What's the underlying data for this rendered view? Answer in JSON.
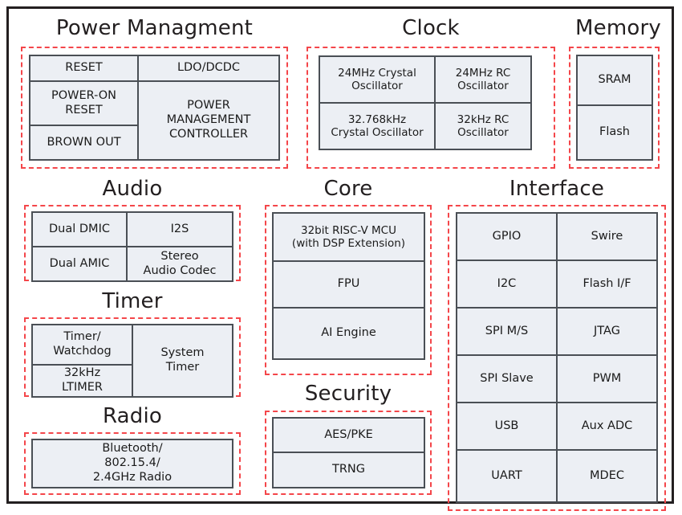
{
  "diagram": {
    "kind": "soc-block-diagram",
    "colors": {
      "block_fill": "#eceff4",
      "block_border": "#4a4f55",
      "group_border": "#f4464a",
      "chip_border": "#231f20",
      "text": "#1b1b1b",
      "background": "#ffffff"
    },
    "groups": [
      {
        "id": "power-management",
        "title": "Power Managment",
        "blocks": [
          {
            "id": "reset",
            "label": "RESET"
          },
          {
            "id": "ldo-dcdc",
            "label": "LDO/DCDC"
          },
          {
            "id": "power-on-reset",
            "label": "POWER-ON\nRESET"
          },
          {
            "id": "power-management-controller",
            "label": "POWER\nMANAGEMENT\nCONTROLLER"
          },
          {
            "id": "brown-out",
            "label": "BROWN OUT"
          }
        ]
      },
      {
        "id": "clock",
        "title": "Clock",
        "blocks": [
          {
            "id": "xtal-24mhz",
            "label": "24MHz Crystal\nOscillator"
          },
          {
            "id": "rc-24mhz",
            "label": "24MHz RC\nOscillator"
          },
          {
            "id": "xtal-32768khz",
            "label": "32.768kHz\nCrystal Oscillator"
          },
          {
            "id": "rc-32khz",
            "label": "32kHz RC\nOscillator"
          }
        ]
      },
      {
        "id": "memory",
        "title": "Memory",
        "blocks": [
          {
            "id": "sram",
            "label": "SRAM"
          },
          {
            "id": "flash",
            "label": "Flash"
          }
        ]
      },
      {
        "id": "audio",
        "title": "Audio",
        "blocks": [
          {
            "id": "dual-dmic",
            "label": "Dual DMIC"
          },
          {
            "id": "i2s",
            "label": "I2S"
          },
          {
            "id": "dual-amic",
            "label": "Dual AMIC"
          },
          {
            "id": "stereo-audio-codec",
            "label": "Stereo\nAudio Codec"
          }
        ]
      },
      {
        "id": "core",
        "title": "Core",
        "blocks": [
          {
            "id": "riscv-mcu",
            "label": "32bit RISC-V MCU\n(with DSP Extension)"
          },
          {
            "id": "fpu",
            "label": "FPU"
          },
          {
            "id": "ai-engine",
            "label": "AI Engine"
          }
        ]
      },
      {
        "id": "interface",
        "title": "Interface",
        "blocks": [
          {
            "id": "gpio",
            "label": "GPIO"
          },
          {
            "id": "swire",
            "label": "Swire"
          },
          {
            "id": "i2c",
            "label": "I2C"
          },
          {
            "id": "flash-if",
            "label": "Flash I/F"
          },
          {
            "id": "spi-ms",
            "label": "SPI M/S"
          },
          {
            "id": "jtag",
            "label": "JTAG"
          },
          {
            "id": "spi-slave",
            "label": "SPI Slave"
          },
          {
            "id": "pwm",
            "label": "PWM"
          },
          {
            "id": "usb",
            "label": "USB"
          },
          {
            "id": "aux-adc",
            "label": "Aux ADC"
          },
          {
            "id": "uart",
            "label": "UART"
          },
          {
            "id": "mdec",
            "label": "MDEC"
          }
        ]
      },
      {
        "id": "timer",
        "title": "Timer",
        "blocks": [
          {
            "id": "timer-watchdog",
            "label": "Timer/\nWatchdog"
          },
          {
            "id": "system-timer",
            "label": "System\nTimer"
          },
          {
            "id": "ltimer-32khz",
            "label": "32kHz\nLTIMER"
          }
        ]
      },
      {
        "id": "security",
        "title": "Security",
        "blocks": [
          {
            "id": "aes-pke",
            "label": "AES/PKE"
          },
          {
            "id": "trng",
            "label": "TRNG"
          }
        ]
      },
      {
        "id": "radio",
        "title": "Radio",
        "blocks": [
          {
            "id": "radio-block",
            "label": "Bluetooth/\n802.15.4/\n2.4GHz Radio"
          }
        ]
      }
    ]
  }
}
